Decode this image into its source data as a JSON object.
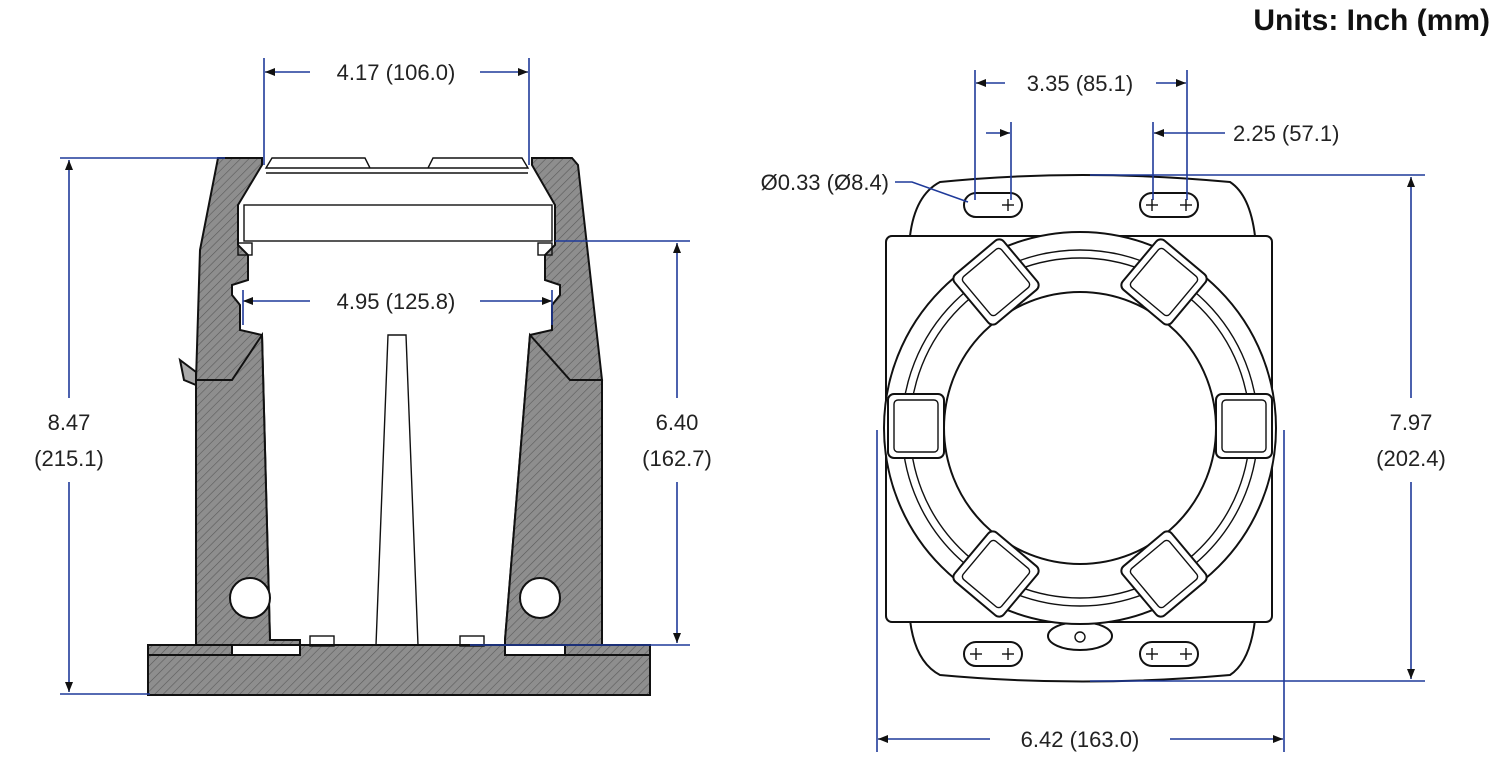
{
  "units_label": "Units: Inch (mm)",
  "side_view": {
    "top_width": "4.17 (106.0)",
    "inner_width": "4.95 (125.8)",
    "overall_height_in": "8.47",
    "overall_height_mm": "(215.1)",
    "inner_height_in": "6.40",
    "inner_height_mm": "(162.7)"
  },
  "plan_view": {
    "slot_span": "3.35 (85.1)",
    "slot_pitch": "2.25 (57.1)",
    "hole_diameter": "Ø0.33 (Ø8.4)",
    "overall_height_in": "7.97",
    "overall_height_mm": "(202.4)",
    "overall_width": "6.42 (163.0)"
  },
  "colors": {
    "dimension_line": "#1f3a9a",
    "section_fill": "#8c8c8c",
    "lens_fill": "#a8a8a8",
    "outline": "#111111"
  }
}
